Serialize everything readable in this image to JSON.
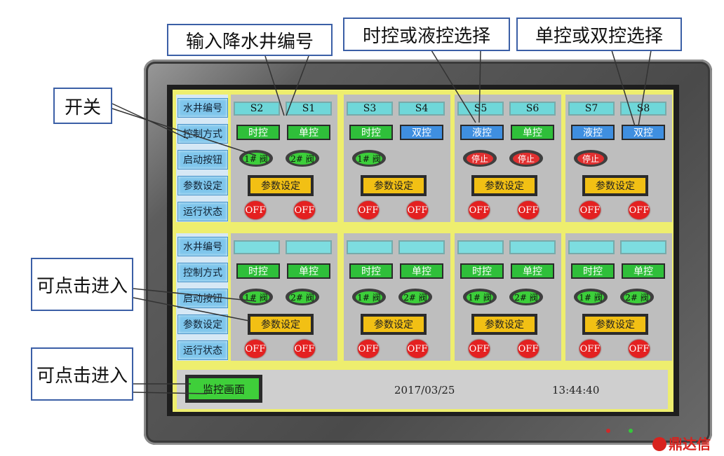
{
  "callouts": {
    "input_well_number": "输入降水井编号",
    "time_or_liquid": "时控或液控选择",
    "single_or_double": "单控或双控选择",
    "switch": "开关",
    "clickable_enter_1": "可点击进入",
    "clickable_enter_2": "可点击进入"
  },
  "row_labels": [
    "水井编号",
    "控制方式",
    "启动按钮",
    "参数设定",
    "运行状态"
  ],
  "top_units": [
    {
      "ids": [
        "S2",
        "S1"
      ],
      "modes": [
        {
          "label": "时控",
          "color": "green"
        },
        {
          "label": "单控",
          "color": "green"
        }
      ],
      "valves": [
        {
          "label": "1# 阀",
          "state": "on"
        },
        {
          "label": "2# 阀",
          "state": "on"
        }
      ],
      "param": "参数设定",
      "status": [
        "OFF",
        "OFF"
      ]
    },
    {
      "ids": [
        "S3",
        "S4"
      ],
      "modes": [
        {
          "label": "时控",
          "color": "green"
        },
        {
          "label": "双控",
          "color": "blue"
        }
      ],
      "valves": [
        {
          "label": "1# 阀",
          "state": "on"
        }
      ],
      "param": "参数设定",
      "status": [
        "OFF",
        "OFF"
      ]
    },
    {
      "ids": [
        "S5",
        "S6"
      ],
      "modes": [
        {
          "label": "液控",
          "color": "blue"
        },
        {
          "label": "单控",
          "color": "green"
        }
      ],
      "valves": [
        {
          "label": "停止",
          "state": "stop"
        },
        {
          "label": "停止",
          "state": "stop"
        }
      ],
      "param": "参数设定",
      "status": [
        "OFF",
        "OFF"
      ]
    },
    {
      "ids": [
        "S7",
        "S8"
      ],
      "modes": [
        {
          "label": "液控",
          "color": "blue"
        },
        {
          "label": "双控",
          "color": "blue"
        }
      ],
      "valves": [
        {
          "label": "停止",
          "state": "stop"
        }
      ],
      "param": "参数设定",
      "status": [
        "OFF",
        "OFF"
      ]
    }
  ],
  "bottom_units": [
    {
      "ids": [
        "",
        ""
      ],
      "modes": [
        {
          "label": "时控",
          "color": "green"
        },
        {
          "label": "单控",
          "color": "green"
        }
      ],
      "valves": [
        {
          "label": "1# 阀",
          "state": "on"
        },
        {
          "label": "2# 阀",
          "state": "on"
        }
      ],
      "param": "参数设定",
      "status": [
        "OFF",
        "OFF"
      ]
    },
    {
      "ids": [
        "",
        ""
      ],
      "modes": [
        {
          "label": "时控",
          "color": "green"
        },
        {
          "label": "单控",
          "color": "green"
        }
      ],
      "valves": [
        {
          "label": "1# 阀",
          "state": "on"
        },
        {
          "label": "2# 阀",
          "state": "on"
        }
      ],
      "param": "参数设定",
      "status": [
        "OFF",
        "OFF"
      ]
    },
    {
      "ids": [
        "",
        ""
      ],
      "modes": [
        {
          "label": "时控",
          "color": "green"
        },
        {
          "label": "单控",
          "color": "green"
        }
      ],
      "valves": [
        {
          "label": "1# 阀",
          "state": "on"
        },
        {
          "label": "2# 阀",
          "state": "on"
        }
      ],
      "param": "参数设定",
      "status": [
        "OFF",
        "OFF"
      ]
    },
    {
      "ids": [
        "",
        ""
      ],
      "modes": [
        {
          "label": "时控",
          "color": "green"
        },
        {
          "label": "单控",
          "color": "green"
        }
      ],
      "valves": [
        {
          "label": "1# 阀",
          "state": "on"
        },
        {
          "label": "2# 阀",
          "state": "on"
        }
      ],
      "param": "参数设定",
      "status": [
        "OFF",
        "OFF"
      ]
    }
  ],
  "bottom_bar": {
    "monitor_button": "监控画面",
    "date": "2017/03/25",
    "time": "13:44:40"
  },
  "watermark": "鼎达信",
  "colors": {
    "screen_yellow": "#eeee6e",
    "unit_gray": "#bebebe",
    "id_cyan": "#6fd7d9",
    "mode_green": "#2fbf3a",
    "mode_blue": "#3f8fe0",
    "valve_green": "#3ccf3a",
    "stop_red": "#e23030",
    "param_yellow": "#f2c014",
    "status_red": "#e42020",
    "callout_border": "#3b5fa6"
  }
}
